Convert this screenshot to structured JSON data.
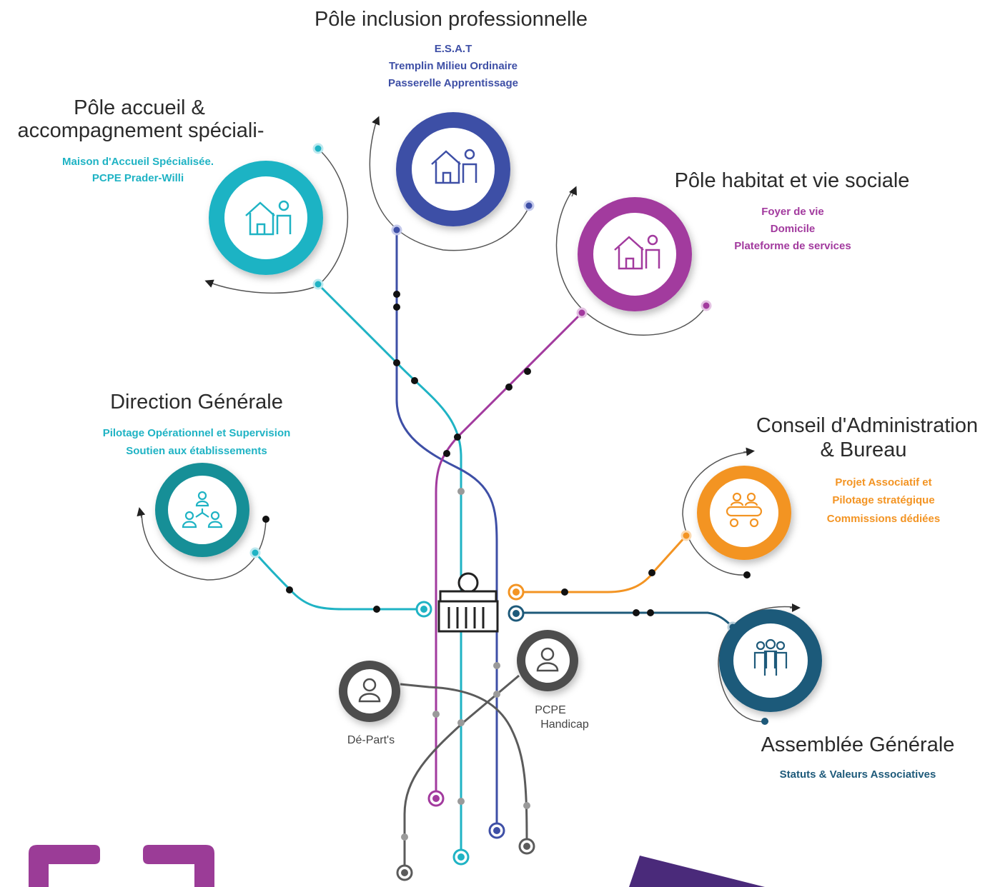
{
  "colors": {
    "teal": "#1fb3c4",
    "blue": "#3e4fa6",
    "purple": "#a23a9e",
    "orange": "#f39423",
    "navy": "#1e5a7a",
    "gray": "#5b5b5b",
    "dark_teal": "#178f97"
  },
  "poles": {
    "inclusion": {
      "title": "Pôle inclusion professionnelle",
      "lines": [
        "E.S.A.T",
        "Tremplin Milieu Ordinaire",
        "Passerelle Apprentissage"
      ],
      "icon": "house-person-icon"
    },
    "accueil": {
      "title_line1": "Pôle accueil &",
      "title_line2": "accompagnement spéciali-",
      "lines": [
        "Maison d'Accueil Spécialisée.",
        "PCPE Prader-Willi"
      ],
      "icon": "house-person-icon"
    },
    "habitat": {
      "title": "Pôle habitat et vie sociale",
      "lines": [
        "Foyer de vie",
        "Domicile",
        "Plateforme de services"
      ],
      "icon": "house-person-icon"
    },
    "direction": {
      "title": "Direction Générale",
      "lines": [
        "Pilotage Opérationnel et Supervision",
        "Soutien aux établissements"
      ],
      "icon": "org-chart-icon"
    },
    "conseil": {
      "title_line1": "Conseil d'Administration",
      "title_line2": "& Bureau",
      "lines": [
        "Projet Associatif et",
        "Pilotage stratégique",
        "Commissions dédiées"
      ],
      "icon": "meeting-table-icon"
    },
    "assemblee": {
      "title": "Assemblée Générale",
      "lines": [
        "Statuts & Valeurs Associatives"
      ],
      "icon": "group-icon"
    },
    "departs": {
      "label": "Dé-Part's",
      "icon": "person-icon"
    },
    "pcpe": {
      "label_line1": "PCPE",
      "label_line2": "Handicap",
      "icon": "person-icon"
    }
  },
  "hub": {
    "icon": "building-icon"
  }
}
